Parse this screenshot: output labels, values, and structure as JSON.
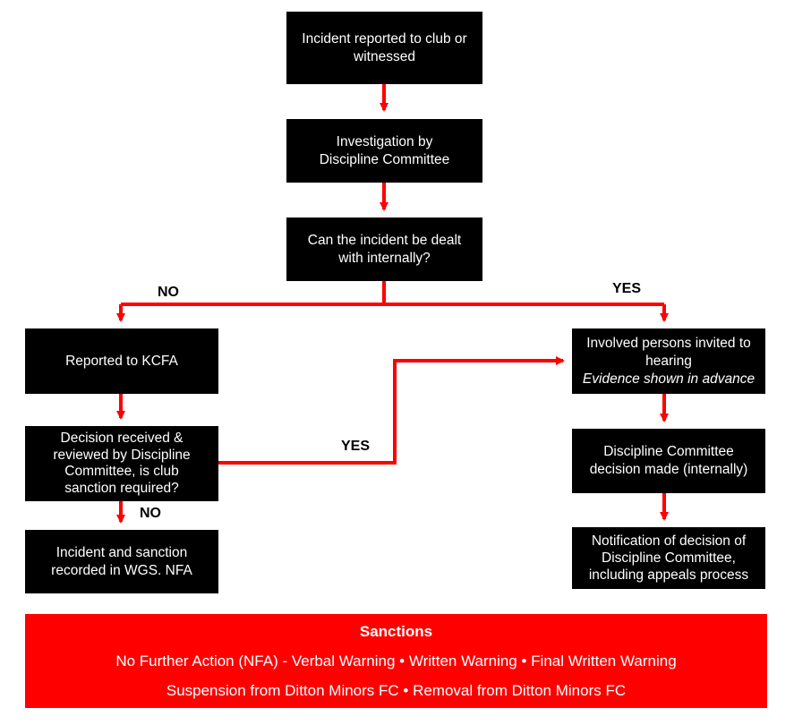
{
  "nodes": {
    "incident_reported": [
      "Incident reported to club or",
      "witnessed"
    ],
    "investigation": [
      "Investigation by",
      "Discipline Committee"
    ],
    "dealt_internally": [
      "Can the incident be dealt",
      "with internally?"
    ],
    "reported_kcfa": [
      "Reported to KCFA"
    ],
    "decision_received": [
      "Decision received &",
      "reviewed by Discipline",
      "Committee, is club",
      "sanction required?"
    ],
    "recorded_wgs": [
      "Incident and sanction",
      "recorded in WGS. NFA"
    ],
    "invited_hearing": [
      "Involved persons invited to",
      "hearing"
    ],
    "invited_hearing_note": "Evidence shown in advance",
    "committee_decision": [
      "Discipline Committee",
      "decision made (internally)"
    ],
    "notification": [
      "Notification of decision of",
      "Discipline Committee,",
      "including appeals process"
    ]
  },
  "edge_labels": {
    "no_left": "NO",
    "yes_right": "YES",
    "yes_middle": "YES",
    "no_bottom": "NO"
  },
  "sanctions": {
    "title": "Sanctions",
    "line1": "No Further Action (NFA) - Verbal Warning • Written Warning • Final Written Warning",
    "line2": "Suspension from Ditton Minors FC • Removal from Ditton Minors FC"
  },
  "colors": {
    "box": "#000000",
    "arrow": "#ff0000",
    "sanctions_bg": "#ff0000"
  }
}
